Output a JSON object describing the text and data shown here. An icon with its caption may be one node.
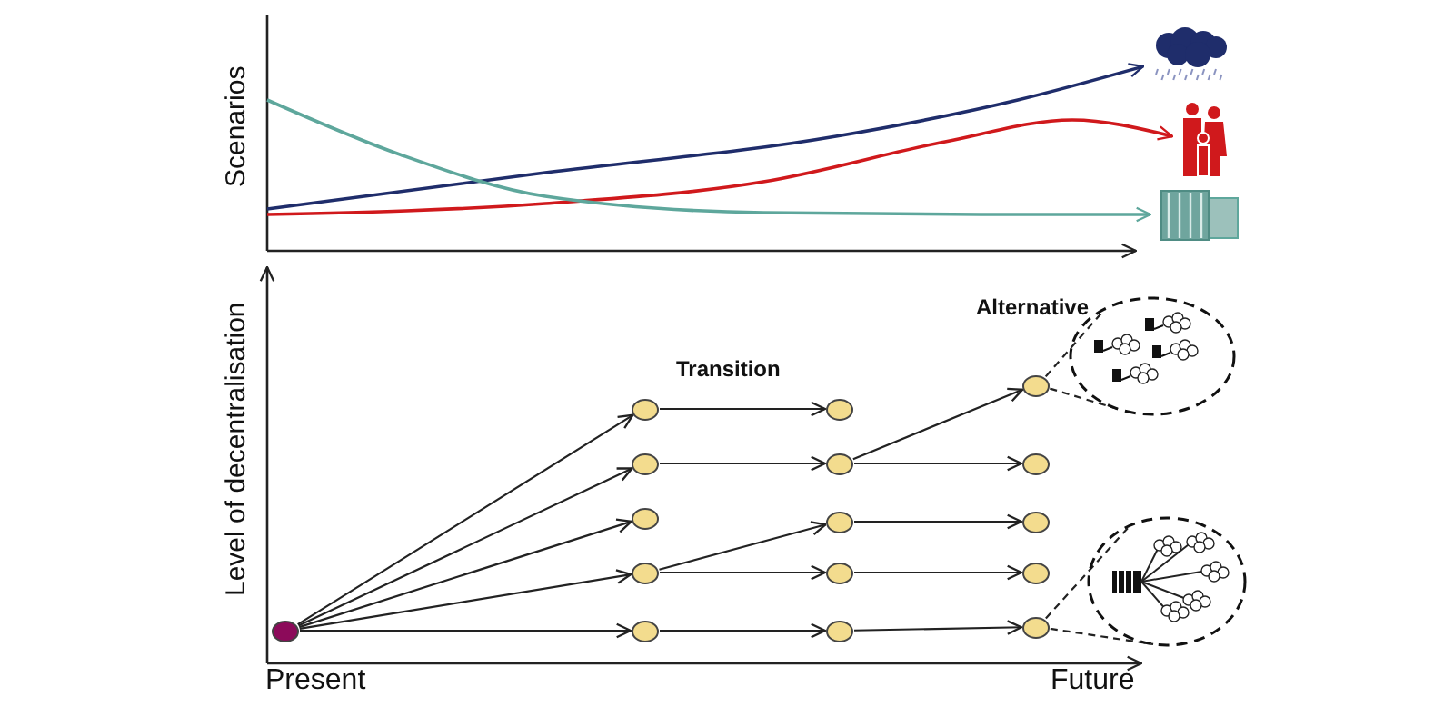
{
  "diagram": {
    "nodes": [
      {
        "text": [],
        "shape": "picture"
      },
      {
        "text": [],
        "shape": "picture"
      },
      {
        "text": [],
        "shape": "picture"
      },
      {
        "text": [],
        "shape": "circle"
      },
      {
        "text": [],
        "shape": "circle"
      },
      {
        "text": [],
        "shape": "circle"
      },
      {
        "text": [],
        "shape": "circle"
      },
      {
        "text": [],
        "shape": "circle"
      },
      {
        "text": [],
        "shape": "circle"
      },
      {
        "text": [],
        "shape": "circle"
      },
      {
        "text": [],
        "shape": "circle"
      },
      {
        "text": [],
        "shape": "circle"
      },
      {
        "text": [],
        "shape": "circle"
      },
      {
        "text": [],
        "shape": "circle"
      },
      {
        "text": [],
        "shape": "circle"
      },
      {
        "text": [],
        "shape": "circle"
      },
      {
        "text": [],
        "shape": "circle"
      },
      {
        "text": [],
        "shape": "circle"
      },
      {
        "text": [],
        "shape": "circle"
      },
      {
        "text": [],
        "shape": "circle"
      },
      {
        "text": [],
        "shape": "circle"
      }
    ],
    "edges": [
      {
        "from": null,
        "to": 0,
        "arrow": "to",
        "color": "#1f2d6b"
      },
      {
        "from": null,
        "to": 1,
        "arrow": "to",
        "color": "#d0191c"
      },
      {
        "from": null,
        "to": 2,
        "arrow": "to",
        "color": "#5ea79c"
      },
      {
        "from": 3,
        "to": 4,
        "arrow": "to"
      },
      {
        "from": 3,
        "to": 5,
        "arrow": "to"
      },
      {
        "from": 3,
        "to": 6,
        "arrow": "to"
      },
      {
        "from": 3,
        "to": 7,
        "arrow": "to"
      },
      {
        "from": 3,
        "to": 8,
        "arrow": "to"
      },
      {
        "from": 4,
        "to": 9,
        "arrow": "to"
      },
      {
        "from": 5,
        "to": 10,
        "arrow": "to"
      },
      {
        "from": 7,
        "to": 11,
        "arrow": "to"
      },
      {
        "from": 7,
        "to": 12,
        "arrow": "to"
      },
      {
        "from": 8,
        "to": 13,
        "arrow": "to"
      },
      {
        "from": 10,
        "to": 14,
        "arrow": "to"
      },
      {
        "from": 10,
        "to": 15,
        "arrow": "to"
      },
      {
        "from": 11,
        "to": 16,
        "arrow": "to"
      },
      {
        "from": 12,
        "to": 17,
        "arrow": "to"
      },
      {
        "from": 13,
        "to": 18,
        "arrow": "to"
      },
      {
        "from": 14,
        "to": 19,
        "arrow": "none",
        "style": "dashed"
      },
      {
        "from": 14,
        "to": 19,
        "arrow": "none",
        "style": "dashed"
      },
      {
        "from": 18,
        "to": 20,
        "arrow": "none",
        "style": "dashed"
      },
      {
        "from": 18,
        "to": 20,
        "arrow": "none",
        "style": "dashed"
      }
    ],
    "labels": [
      "Scenarios",
      "Level of decentralisation",
      "Transition",
      "Alternative",
      "Present",
      "Future"
    ]
  }
}
